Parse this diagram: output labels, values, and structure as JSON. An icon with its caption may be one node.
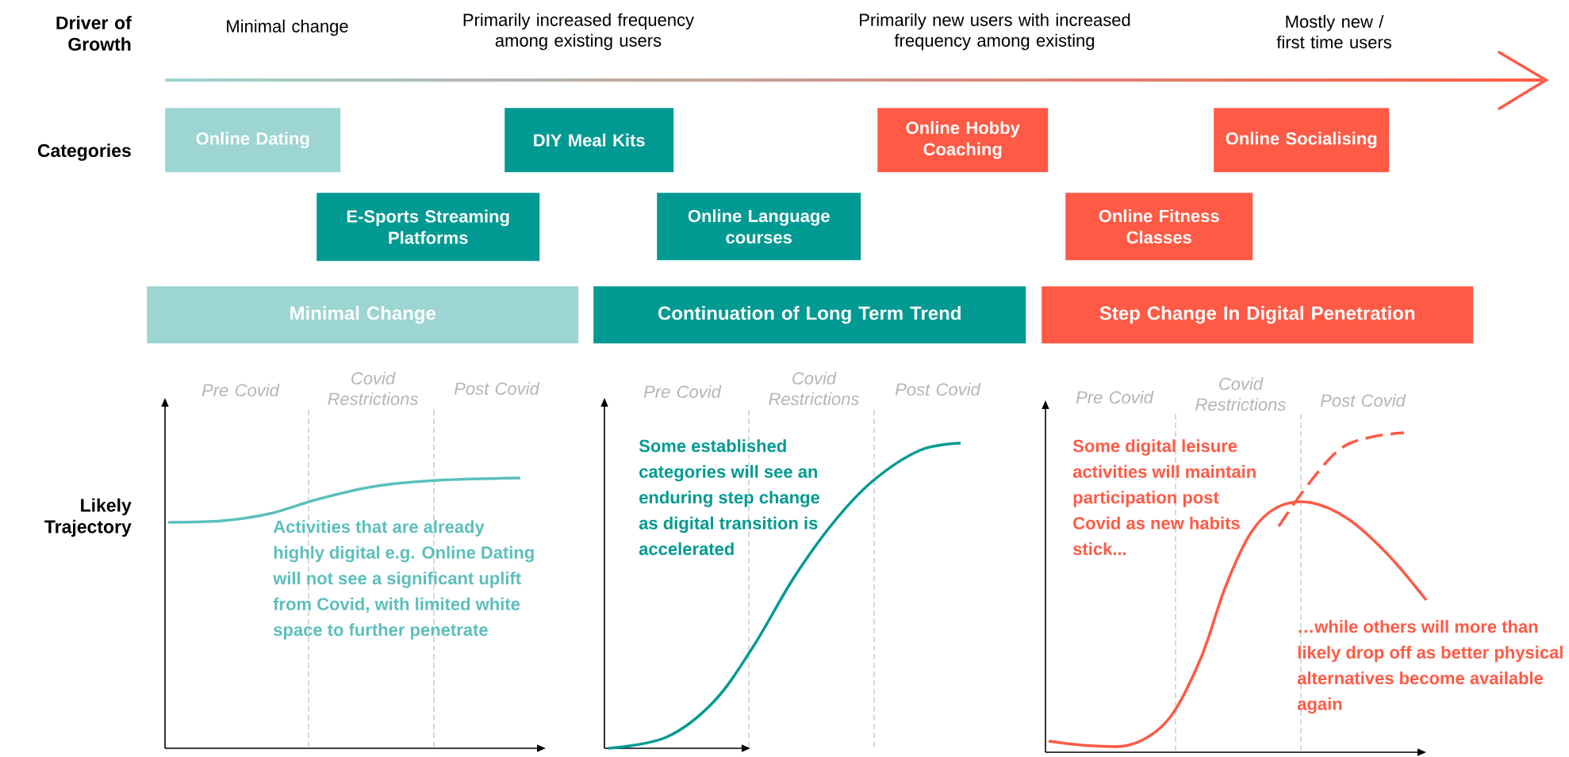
{
  "diagram": {
    "nodes": [
      {
        "text": [
          "Online Dating"
        ]
      },
      {
        "text": [
          "DIY Meal Kits"
        ]
      },
      {
        "text": [
          "Online Hobby Coaching"
        ]
      },
      {
        "text": [
          "Online Socialising"
        ]
      },
      {
        "text": [
          "E-Sports Streaming Platforms"
        ]
      },
      {
        "text": [
          "Online Language courses"
        ]
      },
      {
        "text": [
          "Online Fitness Classes"
        ]
      },
      {
        "text": [
          "Minimal Change"
        ]
      },
      {
        "text": [
          "Continuation of Long Term Trend"
        ]
      },
      {
        "text": [
          "Step Change In Digital Penetration"
        ]
      }
    ],
    "labels": [
      "Driver of Growth",
      "Minimal change",
      "Primarily increased frequency among existing users",
      "Primarily new users with increased frequency among existing",
      "Mostly new / first time users",
      "Categories",
      "Pre Covid",
      "Covid Restrictions",
      "Post Covid",
      "Pre Covid",
      "Covid Restrictions",
      "Post Covid",
      "Pre Covid",
      "Covid Restrictions",
      "Post Covid",
      "Likely Trajectory",
      "Activities that are already highly digital e.g. Online Dating will not see a significant uplift from Covid, with limited white space to further penetrate",
      "Some established categories will see an enduring step change as digital transition is accelerated",
      "Some digital leisure activities will maintain participation post Covid as new habits stick...",
      "…while others will more than likely drop off as better physical alternatives become available again"
    ]
  }
}
